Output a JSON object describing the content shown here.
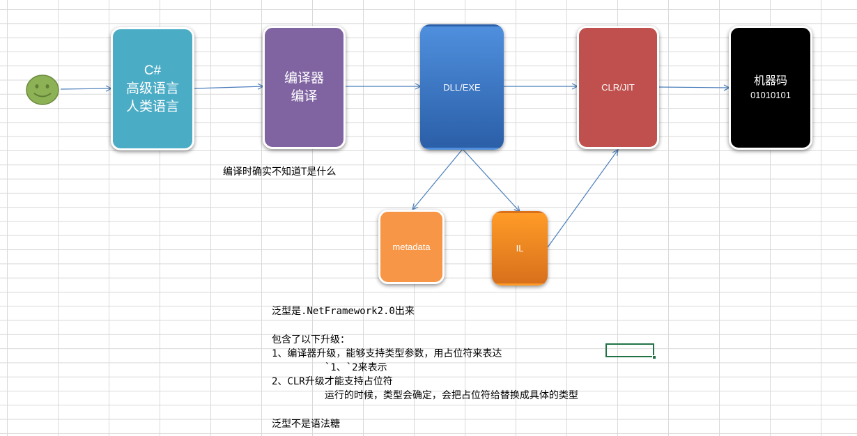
{
  "diagram": {
    "boxes": {
      "csharp": [
        "C#",
        "高级语言",
        "人类语言"
      ],
      "compiler": [
        "编译器",
        "编译"
      ],
      "dll": "DLL/EXE",
      "clr": "CLR/JIT",
      "machine_code": [
        "机器码",
        "01010101"
      ],
      "metadata": "metadata",
      "il": "IL"
    },
    "note": "编译时确实不知道T是什么",
    "colors": {
      "csharp": "#4bacc6",
      "compiler": "#8064a2",
      "dll": "#3a76c4",
      "clr": "#c0504d",
      "machine_code": "#000000",
      "metadata": "#f79646",
      "il": "#f5821f",
      "arrow": "#4a7ebb",
      "smiley": "#8db255"
    },
    "icons": [
      "smiley-face-icon"
    ]
  },
  "notes": {
    "lines": [
      "泛型是.NetFramework2.0出来",
      "",
      "包含了以下升级：",
      "1、编译器升级，能够支持类型参数，用占位符来表达",
      "         `1、`2来表示",
      "2、CLR升级才能支持占位符",
      "         运行的时候，类型会确定，会把占位符给替换成具体的类型",
      "",
      "泛型不是语法糖"
    ]
  }
}
